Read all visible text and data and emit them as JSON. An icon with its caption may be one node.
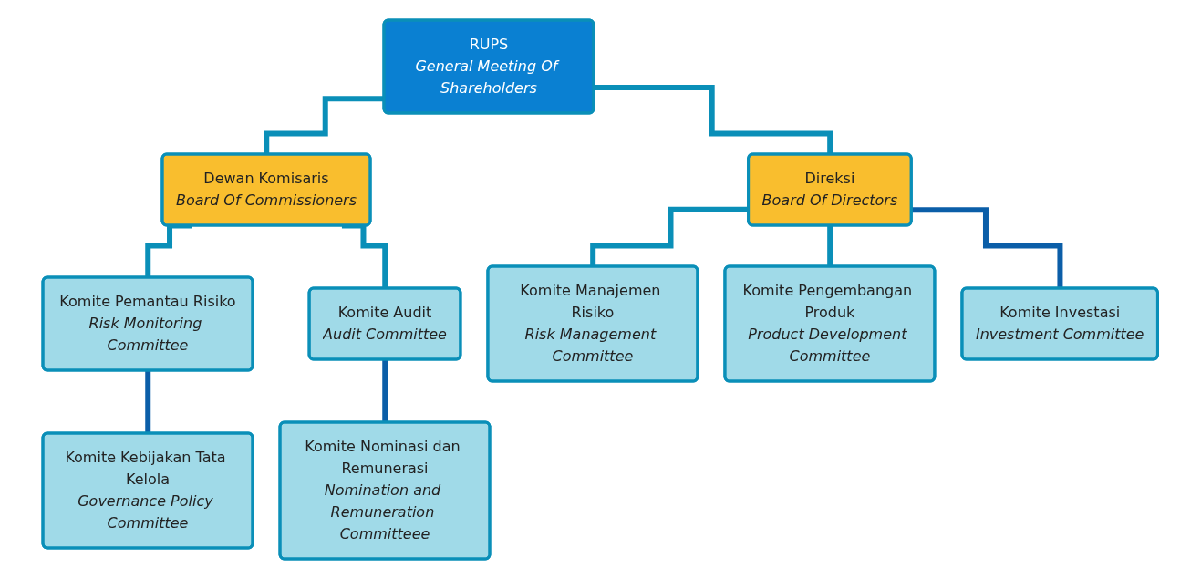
{
  "diagram": {
    "nodes": [
      {
        "text": [
          "RUPS",
          "General Meeting Of Shareholders"
        ]
      },
      {
        "text": [
          "Dewan Komisaris",
          "Board Of Commissioners"
        ]
      },
      {
        "text": [
          "Direksi",
          "Board Of Directors"
        ]
      },
      {
        "text": [
          "Komite Pemantau Risiko",
          "Risk Monitoring Committee"
        ]
      },
      {
        "text": [
          "Komite Audit",
          "Audit Committee"
        ]
      },
      {
        "text": [
          "Komite Manajemen Risiko",
          "Risk Management Committee"
        ]
      },
      {
        "text": [
          "Komite Pengembangan Produk",
          "Product Development Committee"
        ]
      },
      {
        "text": [
          "Komite Kebijakan Tata Kelola",
          "Governance Policy Committee"
        ]
      },
      {
        "text": [
          "Komite Nominasi dan Remunerasi",
          "Nomination and Remuneration Committeee"
        ]
      },
      {
        "text": [
          "Komite Investasi",
          "Investment Committee"
        ]
      }
    ],
    "edges": [
      {
        "from": 0,
        "to": 1,
        "arrow": "none"
      },
      {
        "from": 0,
        "to": 2,
        "arrow": "none"
      },
      {
        "from": 1,
        "to": 3,
        "arrow": "none"
      },
      {
        "from": 1,
        "to": 4,
        "arrow": "none"
      },
      {
        "from": 3,
        "to": 7,
        "arrow": "none",
        "color": "#0b5ea8"
      },
      {
        "from": 4,
        "to": 8,
        "arrow": "none",
        "color": "#0b5ea8"
      },
      {
        "from": 2,
        "to": 5,
        "arrow": "none"
      },
      {
        "from": 2,
        "to": 6,
        "arrow": "none"
      },
      {
        "from": 2,
        "to": 9,
        "arrow": "none",
        "color": "#0b5ea8"
      }
    ]
  }
}
